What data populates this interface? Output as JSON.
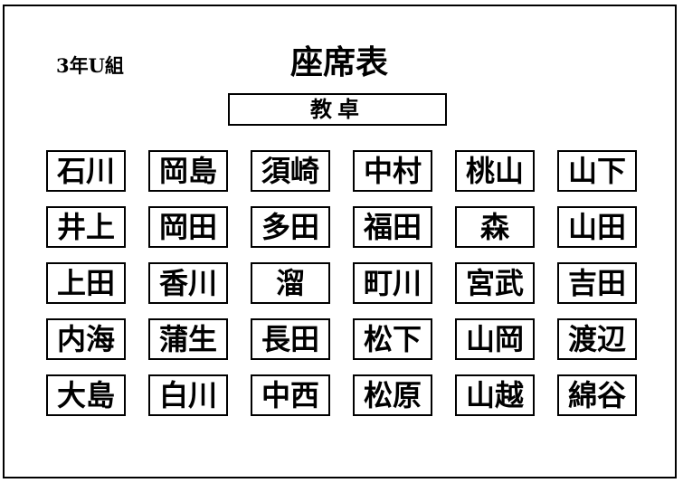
{
  "header": {
    "class_name": "3年U組",
    "title": "座席表",
    "teacher_desk": "教卓"
  },
  "seats": [
    [
      "石川",
      "岡島",
      "須崎",
      "中村",
      "桃山",
      "山下"
    ],
    [
      "井上",
      "岡田",
      "多田",
      "福田",
      "森",
      "山田"
    ],
    [
      "上田",
      "香川",
      "溜",
      "町川",
      "宮武",
      "吉田"
    ],
    [
      "内海",
      "蒲生",
      "長田",
      "松下",
      "山岡",
      "渡辺"
    ],
    [
      "大島",
      "白川",
      "中西",
      "松原",
      "山越",
      "綿谷"
    ]
  ]
}
